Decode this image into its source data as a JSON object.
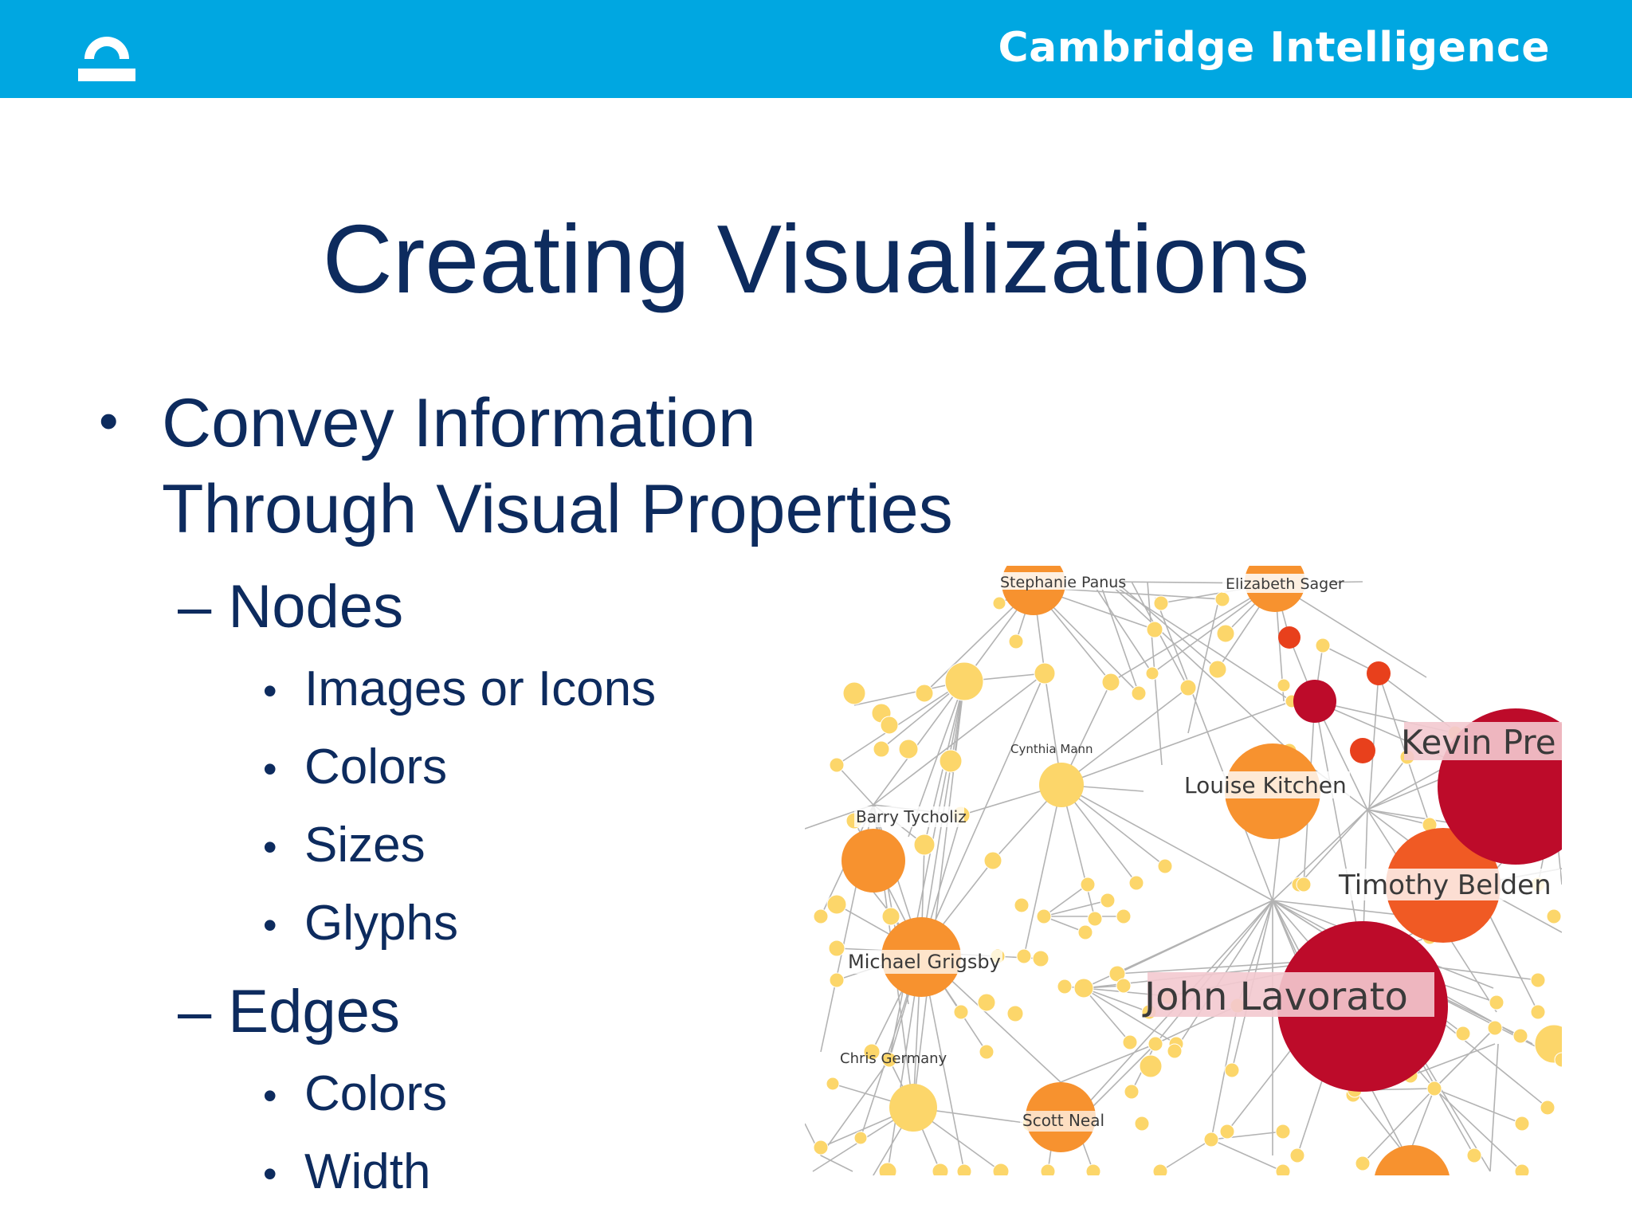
{
  "header": {
    "brand": "Cambridge Intelligence",
    "color": "#00a7e1"
  },
  "slide": {
    "title": "Creating Visualizations",
    "bullet1": {
      "line1": "Convey Information",
      "line2": "Through Visual Properties"
    },
    "nodes": {
      "heading": "– Nodes",
      "items": [
        "Images or Icons",
        "Colors",
        "Sizes",
        "Glyphs"
      ]
    },
    "edges": {
      "heading": "– Edges",
      "items": [
        "Colors",
        "Width"
      ]
    }
  },
  "graph": {
    "labels": {
      "stephanie": "Stephanie Panus",
      "elizabeth": "Elizabeth Sager",
      "kevin": "Kevin Pre",
      "louise": "Louise Kitchen",
      "cynthia": "Cynthia Mann",
      "barry": "Barry Tycholiz",
      "timothy": "Timothy Belden",
      "michael": "Michael Grigsby",
      "john": "John Lavorato",
      "chris": "Chris Germany",
      "scott": "Scott Neal"
    }
  }
}
